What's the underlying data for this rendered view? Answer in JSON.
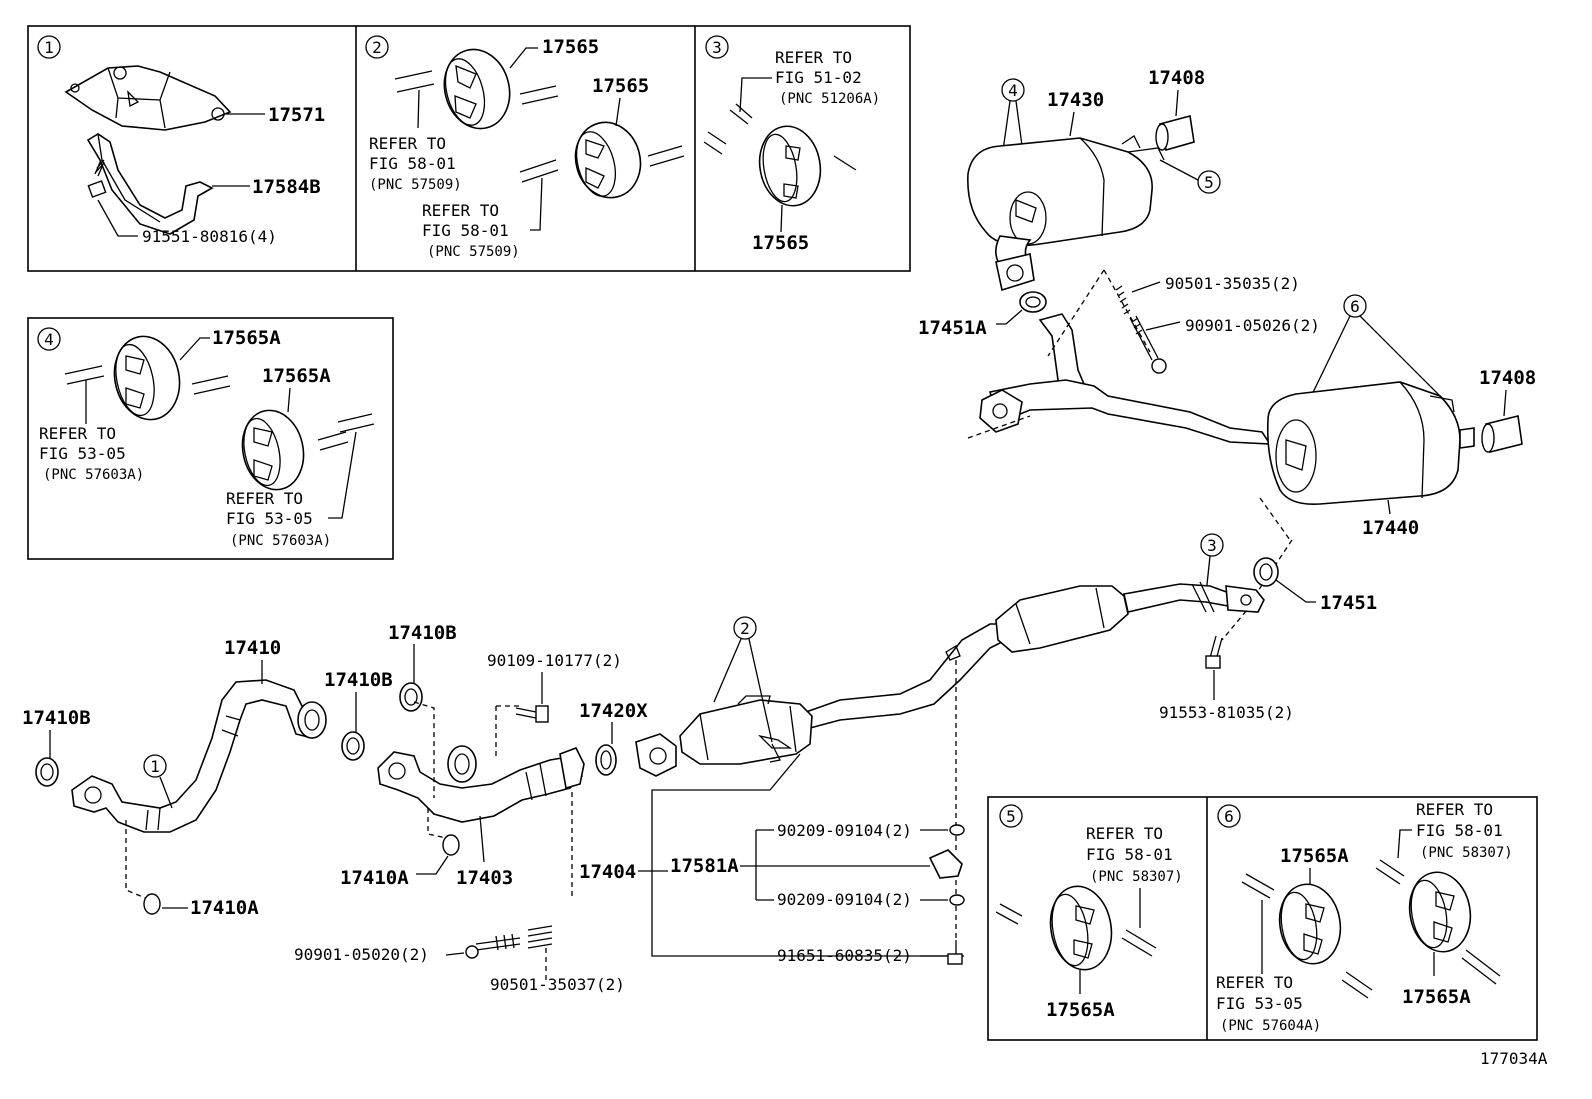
{
  "labels": {
    "p17571": "17571",
    "p17584B": "17584B",
    "p91551": "91551-80816(4)",
    "p17565_a": "17565",
    "p17565_b": "17565",
    "p17565_c": "17565",
    "p17408_a": "17408",
    "p17408_b": "17408",
    "p17430": "17430",
    "p17440": "17440",
    "p17451A": "17451A",
    "p90501_35035": "90501-35035(2)",
    "p90901_05026": "90901-05026(2)",
    "p17565A_a": "17565A",
    "p17565A_b": "17565A",
    "p17565A_c": "17565A",
    "p17565A_d": "17565A",
    "p17565A_e": "17565A",
    "p17451": "17451",
    "p91553": "91553-81035(2)",
    "p17410": "17410",
    "p17410B_a": "17410B",
    "p17410B_b": "17410B",
    "p17410B_c": "17410B",
    "p90109": "90109-10177(2)",
    "p17420X": "17420X",
    "p17410A_a": "17410A",
    "p17410A_b": "17410A",
    "p17403": "17403",
    "p17404": "17404",
    "p17581A": "17581A",
    "p90209_a": "90209-09104(2)",
    "p90209_b": "90209-09104(2)",
    "p91651": "91651-60835(2)",
    "p90901_05020": "90901-05020(2)",
    "p90501_35037": "90501-35037(2)",
    "figure_id": "177034A"
  },
  "refs": {
    "refer_to": "REFER TO",
    "fig_58_01": "FIG 58-01",
    "fig_51_02": "FIG 51-02",
    "fig_53_05": "FIG 53-05",
    "pnc_57509": "(PNC 57509)",
    "pnc_51206A": "(PNC 51206A)",
    "pnc_57603A": "(PNC 57603A)",
    "pnc_58307": "(PNC 58307)",
    "pnc_57604A": "(PNC 57604A)"
  },
  "callouts": [
    "1",
    "2",
    "3",
    "4",
    "5",
    "6"
  ]
}
